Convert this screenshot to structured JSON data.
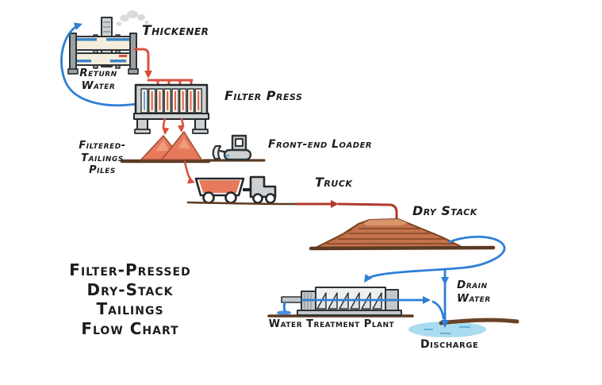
{
  "title": {
    "lines": [
      "Filter-Pressed",
      "Dry-Stack",
      "Tailings",
      "Flow Chart"
    ]
  },
  "labels": {
    "thickener": "Thickener",
    "return_water": [
      "Return",
      "Water"
    ],
    "filter_press": "Filter Press",
    "filtered_tailings_piles": [
      "Filtered-",
      "Tailings",
      "Piles"
    ],
    "front_end_loader": "Front-end Loader",
    "truck": "Truck",
    "dry_stack": "Dry Stack",
    "water_treatment_plant": "Water Treatment Plant",
    "drain_water": [
      "Drain",
      "Water"
    ],
    "discharge": "Discharge"
  },
  "flows": [
    {
      "from": "Thickener",
      "to": "Filter Press",
      "type": "tailings",
      "color": "red"
    },
    {
      "from": "Filter Press",
      "to": "Filtered-Tailings Piles",
      "type": "tailings",
      "color": "red"
    },
    {
      "from": "Filtered-Tailings Piles",
      "to": "Truck",
      "type": "tailings",
      "color": "red"
    },
    {
      "from": "Truck",
      "to": "Dry Stack",
      "type": "tailings",
      "color": "red"
    },
    {
      "from": "Filter Press",
      "to": "Thickener",
      "type": "return water",
      "color": "blue"
    },
    {
      "from": "Dry Stack",
      "to": "Water Treatment Plant",
      "type": "drain water",
      "color": "blue"
    },
    {
      "from": "Dry Stack",
      "to": "Discharge",
      "type": "drain water",
      "color": "blue"
    },
    {
      "from": "Water Treatment Plant",
      "to": "Discharge",
      "type": "treated water",
      "color": "blue"
    }
  ],
  "colors": {
    "red_arrow": "#d9503f",
    "dark_red_arrow": "#b1392e",
    "blue_arrow": "#2e7fd6",
    "tailings_orange": "#e87a5c",
    "dry_stack_brown": "#c2734c",
    "ground_brown": "#5d3a22",
    "machine_gray": "#cdd1d3",
    "water_light": "#aadcef",
    "ink": "#1c1c1c"
  }
}
